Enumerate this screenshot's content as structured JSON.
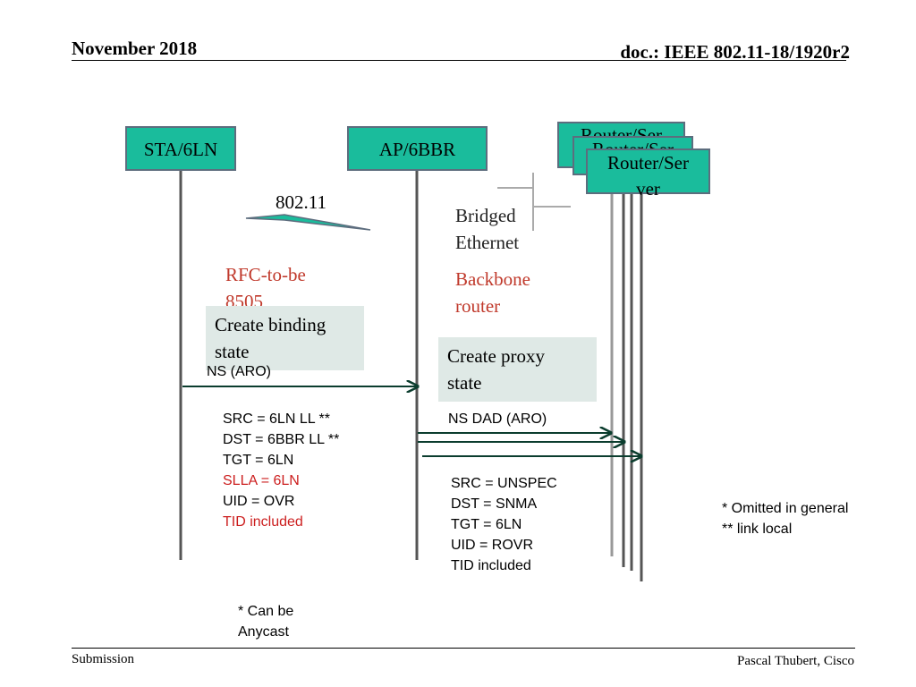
{
  "header": {
    "date": "November 2018",
    "doc": "doc.: IEEE 802.11-18/1920r2"
  },
  "footer": {
    "left": "Submission",
    "right": "Pascal Thubert, Cisco"
  },
  "nodes": {
    "sta": "STA/6LN",
    "ap": "AP/6BBR",
    "router_1": "Router/Ser",
    "router_2": "Router/Ser",
    "router_3_line1": "Router/Ser",
    "router_3_line2": "ver"
  },
  "labels": {
    "link": "802.11",
    "bridged_line1": "Bridged",
    "bridged_line2": "Ethernet",
    "rfc_line1": "RFC-to-be",
    "rfc_line2": "8505",
    "backbone_line1": "Backbone",
    "backbone_line2": "router"
  },
  "boxes": {
    "binding_line1": "Create binding",
    "binding_line2": "state",
    "proxy_line1": "Create proxy",
    "proxy_line2": "state"
  },
  "messages": {
    "ns": "NS (ARO)",
    "ns_dad": "NS DAD (ARO)"
  },
  "ns_fields": [
    {
      "text": "SRC = 6LN LL **",
      "highlight": false
    },
    {
      "text": "DST = 6BBR LL **",
      "highlight": false
    },
    {
      "text": "TGT = 6LN",
      "highlight": false
    },
    {
      "text": "SLLA = 6LN",
      "highlight": true
    },
    {
      "text": "UID = OVR",
      "highlight": false
    },
    {
      "text": "TID included",
      "highlight": true
    }
  ],
  "dad_fields": [
    "SRC = UNSPEC",
    "DST = SNMA",
    "TGT = 6LN",
    "UID = ROVR",
    "TID included"
  ],
  "notes": {
    "line1": "* Omitted in general",
    "line2": "** link local"
  },
  "anycast": {
    "line1": "* Can be",
    "line2": "Anycast"
  },
  "colors": {
    "node_fill": "#1abc9c",
    "arrow": "#0b3d2e",
    "highlight_text": "#cc1f1f",
    "note_box": "#dfe9e6"
  }
}
